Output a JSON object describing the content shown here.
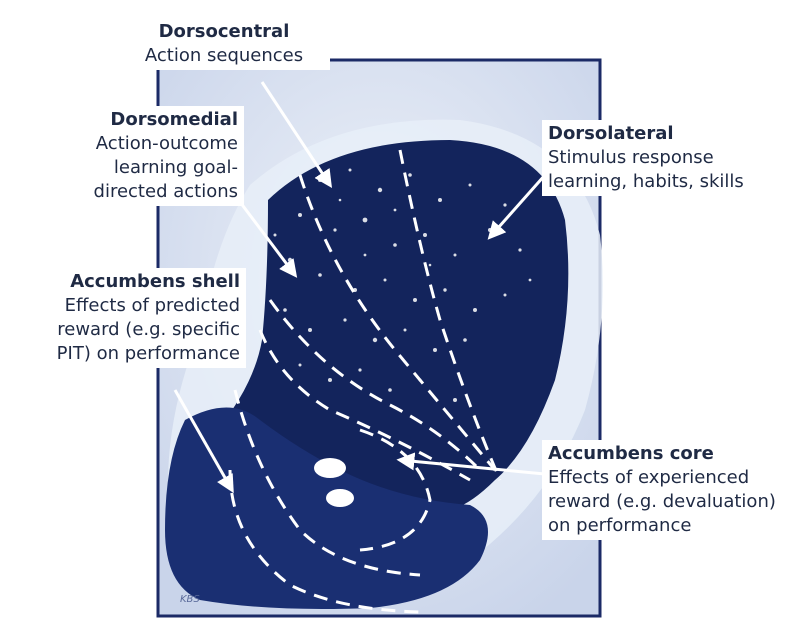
{
  "regions": [
    {
      "id": "dorsocentral",
      "title": "Dorsocentral",
      "desc": "Action sequences"
    },
    {
      "id": "dorsomedial",
      "title": "Dorsomedial",
      "desc": "Action-outcome\nlearning goal-\ndirected actions"
    },
    {
      "id": "dorsolateral",
      "title": "Dorsolateral",
      "desc": "Stimulus response\nlearning, habits, skills"
    },
    {
      "id": "accumbens-shell",
      "title": "Accumbens shell",
      "desc": "Effects of predicted\nreward (e.g. specific\nPIT) on performance"
    },
    {
      "id": "accumbens-core",
      "title": "Accumbens core",
      "desc": "Effects of experienced\nreward (e.g. devaluation)\non performance"
    }
  ],
  "colors": {
    "stain": "#13245c",
    "stain_light": "#2c4a9a",
    "background_tissue": "#dfe6f2",
    "frame": "#1b2a66",
    "dash": "#ffffff",
    "arrow": "#ffffff",
    "text": "#1f2a44"
  },
  "signature": "KBS"
}
